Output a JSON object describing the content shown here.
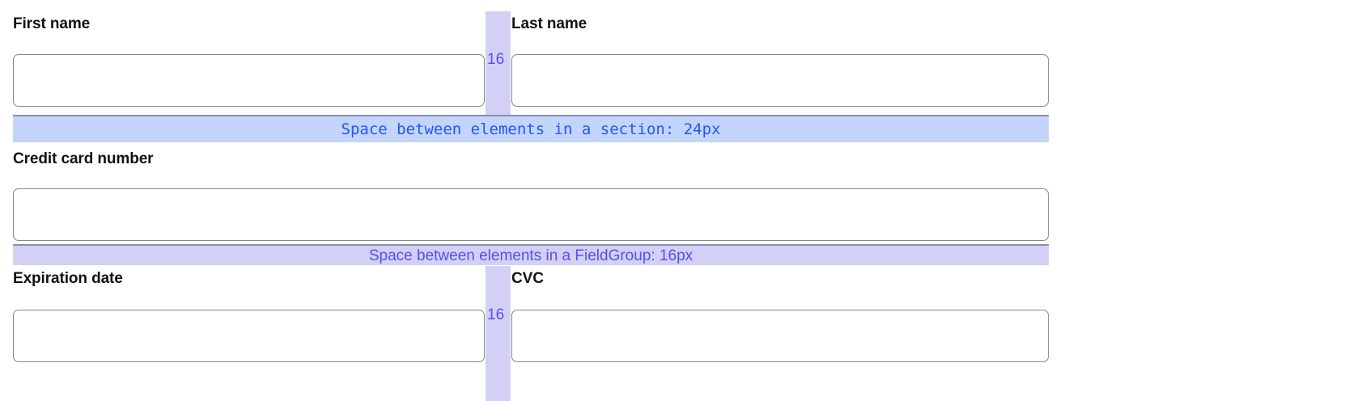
{
  "page": {
    "title": "Spacing annotation overlay on a credit card form",
    "background_color": "#ffffff"
  },
  "colors": {
    "section_band_bg": "#c3d4fd",
    "section_band_text": "#2158f5",
    "fieldgroup_band_bg": "#d2d0f5",
    "fieldgroup_band_text": "#5b4ef0",
    "gap_column_bg": "#d2d0f5",
    "input_border": "#86878f",
    "label_text": "#111217",
    "band_top_border": "#8b90ab"
  },
  "form": {
    "rows": [
      {
        "id": "name-row",
        "fields": [
          {
            "id": "first-name",
            "label": "First name",
            "value": "",
            "placeholder": ""
          },
          {
            "id": "last-name",
            "label": "Last name",
            "value": "",
            "placeholder": ""
          }
        ],
        "column_gap_label": "16"
      },
      {
        "id": "card-row",
        "fields": [
          {
            "id": "credit-card-number",
            "label": "Credit card number",
            "value": "",
            "placeholder": ""
          }
        ]
      },
      {
        "id": "expiry-row",
        "fields": [
          {
            "id": "expiration-date",
            "label": "Expiration date",
            "value": "",
            "placeholder": ""
          },
          {
            "id": "cvc",
            "label": "CVC",
            "value": "",
            "placeholder": ""
          }
        ],
        "column_gap_label": "16"
      }
    ]
  },
  "annotations": {
    "section_gap": {
      "text": "Space between elements in a section: 24px",
      "value": 24,
      "unit": "px"
    },
    "fieldgroup_gap": {
      "text": "Space between elements in a FieldGroup: 16px",
      "value": 16,
      "unit": "px"
    },
    "column_gap_top": "16",
    "column_gap_bottom": "16"
  }
}
